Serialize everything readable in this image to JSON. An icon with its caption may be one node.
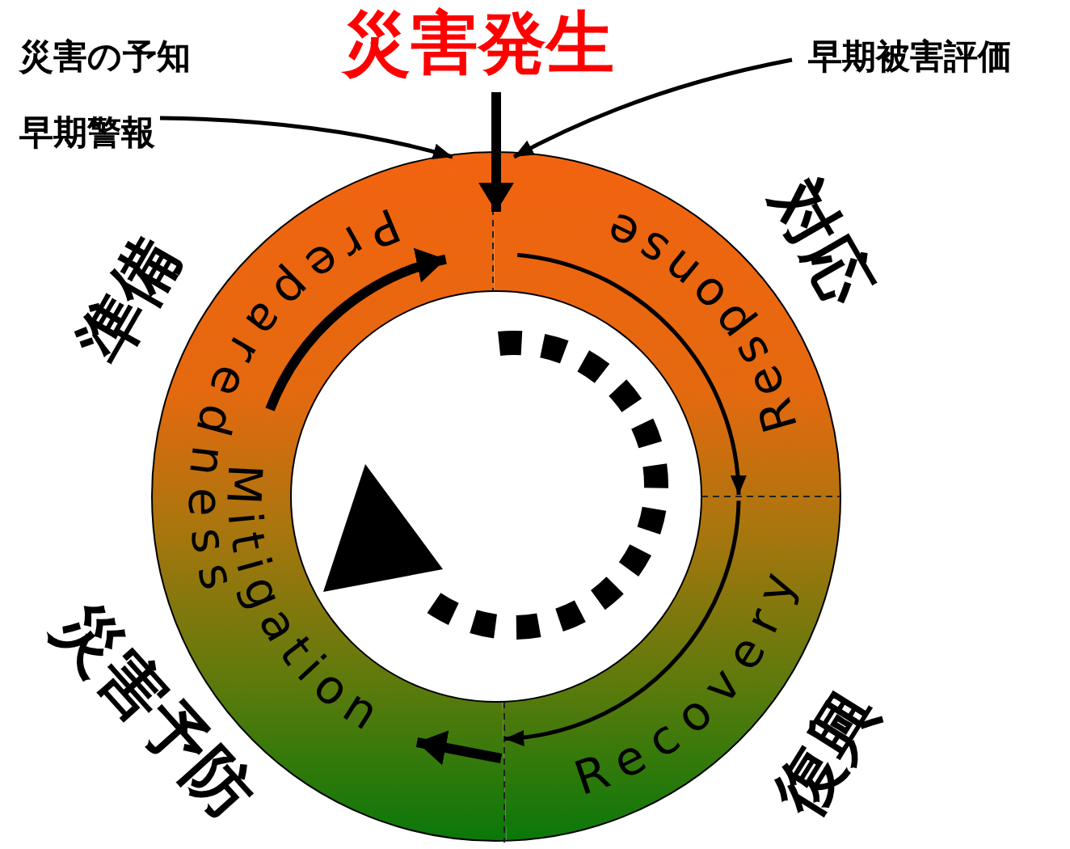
{
  "diagram": {
    "nodes": [
      {
        "text": [
          "災害の予知"
        ]
      },
      {
        "text": [
          "早期警報"
        ]
      },
      {
        "text": [
          "災害発生"
        ]
      },
      {
        "text": [
          "早期被害評価"
        ]
      },
      {
        "text": [
          "Preparedness",
          "Mitigation"
        ],
        "beside": [
          "準備",
          "災害予防"
        ]
      },
      {
        "text": [
          "Response"
        ],
        "beside": [
          "対応"
        ]
      },
      {
        "text": [
          "Recovery"
        ],
        "beside": [
          "復興"
        ]
      }
    ],
    "edges": [
      {
        "from": 1,
        "to": 4,
        "arrow": "to"
      },
      {
        "from": 2,
        "to": 5,
        "arrow": "to",
        "style": "thick"
      },
      {
        "from": 3,
        "to": 5,
        "arrow": "to"
      },
      {
        "from": 4,
        "to": 5,
        "arrow": "to",
        "style": "thick"
      },
      {
        "from": 5,
        "to": 6,
        "arrow": "to"
      },
      {
        "from": 6,
        "to": 4,
        "arrow": "to"
      },
      {
        "from": 6,
        "to": 4,
        "arrow": "to",
        "style": "thick"
      }
    ]
  }
}
